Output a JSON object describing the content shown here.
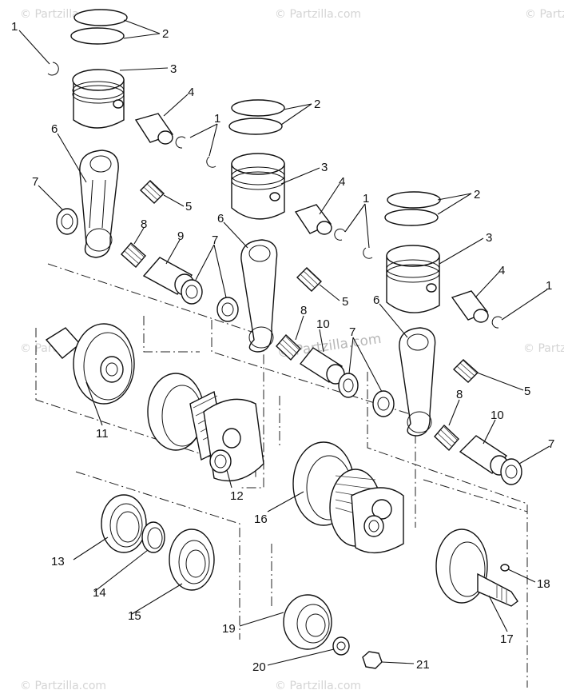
{
  "watermarks": {
    "brand": "© Partzilla.com",
    "center": "© Partzilla.com"
  },
  "callouts": [
    "1",
    "2",
    "3",
    "4",
    "5",
    "6",
    "7",
    "8",
    "9",
    "10",
    "11",
    "12",
    "13",
    "14",
    "15",
    "16",
    "17",
    "18",
    "19",
    "20",
    "21"
  ],
  "labels": [
    {
      "id": "c1a",
      "text": "1"
    },
    {
      "id": "c2a",
      "text": "2"
    },
    {
      "id": "c3a",
      "text": "3"
    },
    {
      "id": "c4a",
      "text": "4"
    },
    {
      "id": "c6a",
      "text": "6"
    },
    {
      "id": "c7a",
      "text": "7"
    },
    {
      "id": "c5a",
      "text": "5"
    },
    {
      "id": "c8a",
      "text": "8"
    },
    {
      "id": "c9a",
      "text": "9"
    },
    {
      "id": "c1b",
      "text": "1"
    },
    {
      "id": "c2b",
      "text": "2"
    },
    {
      "id": "c3b",
      "text": "3"
    },
    {
      "id": "c4b",
      "text": "4"
    },
    {
      "id": "c6b",
      "text": "6"
    },
    {
      "id": "c7b",
      "text": "7"
    },
    {
      "id": "c5b",
      "text": "5"
    },
    {
      "id": "c8b",
      "text": "8"
    },
    {
      "id": "c10b",
      "text": "10"
    },
    {
      "id": "c7c",
      "text": "7"
    },
    {
      "id": "c1c",
      "text": "1"
    },
    {
      "id": "c2c",
      "text": "2"
    },
    {
      "id": "c3c",
      "text": "3"
    },
    {
      "id": "c4c",
      "text": "4"
    },
    {
      "id": "c1d",
      "text": "1"
    },
    {
      "id": "c6c",
      "text": "6"
    },
    {
      "id": "c5c",
      "text": "5"
    },
    {
      "id": "c8c",
      "text": "8"
    },
    {
      "id": "c10c",
      "text": "10"
    },
    {
      "id": "c7d",
      "text": "7"
    },
    {
      "id": "c11",
      "text": "11"
    },
    {
      "id": "c12",
      "text": "12"
    },
    {
      "id": "c16",
      "text": "16"
    },
    {
      "id": "c13",
      "text": "13"
    },
    {
      "id": "c14",
      "text": "14"
    },
    {
      "id": "c15",
      "text": "15"
    },
    {
      "id": "c17",
      "text": "17"
    },
    {
      "id": "c18",
      "text": "18"
    },
    {
      "id": "c19",
      "text": "19"
    },
    {
      "id": "c20",
      "text": "20"
    },
    {
      "id": "c21",
      "text": "21"
    }
  ]
}
